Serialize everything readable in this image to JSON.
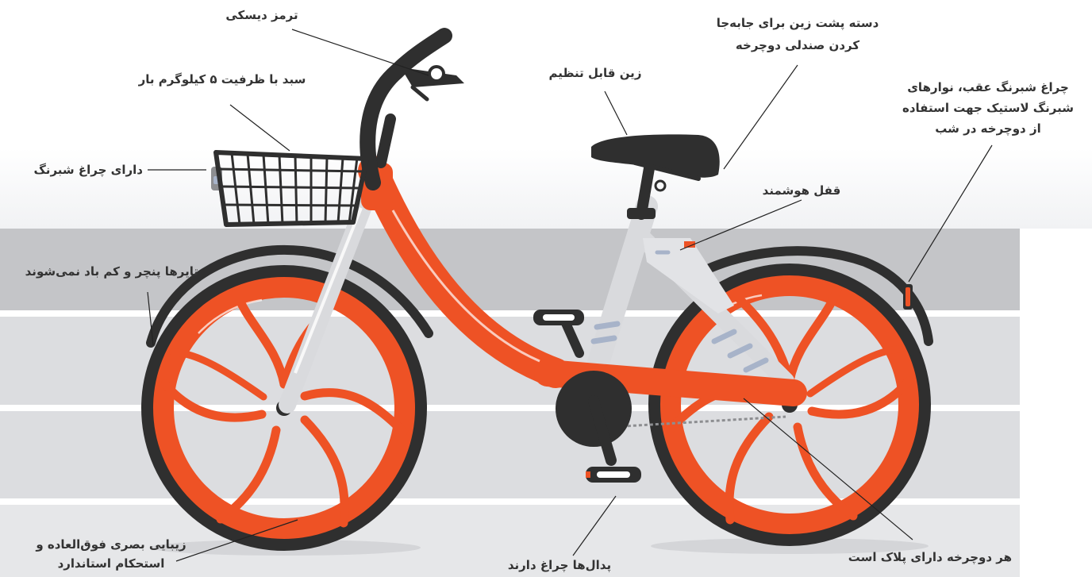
{
  "colors": {
    "frame": "#ee5225",
    "frame_light": "#ffffff",
    "tube_grey": "#d9dadd",
    "tire": "#2f2f2f",
    "band_dark": "#c4c5c8",
    "band_mid": "#dcdde0",
    "band_light": "#e6e7e9",
    "text": "#333333",
    "leader": "#222222"
  },
  "labels": {
    "brake": "ترمز دیسکی",
    "basket": "سبد با ظرفیت ۵ کیلوگرم بار",
    "reflector_front": "دارای چراغ شبرنگ",
    "tires_line1": "تایرها پنچر و کم باد نمی‌شوند",
    "beauty_line1": "زیبایی بصری فوق‌العاده و",
    "beauty_line2": "استحکام استاندارد",
    "pedals": "پدال‌ها چراغ دارند",
    "plate": "هر دوچرخه دارای پلاک است",
    "seat": "زین قابل تنظیم",
    "handle_line1": "دسته پشت زین برای جابه‌جا",
    "handle_line2": "کردن صندلی دوچرخه",
    "rear_line1": "چراغ شبرنگ عقب، نوارهای",
    "rear_line2": "شبرنگ لاستیک جهت استفاده",
    "rear_line3": "از دوچرخه در شب",
    "lock": "قفل هوشمند"
  }
}
